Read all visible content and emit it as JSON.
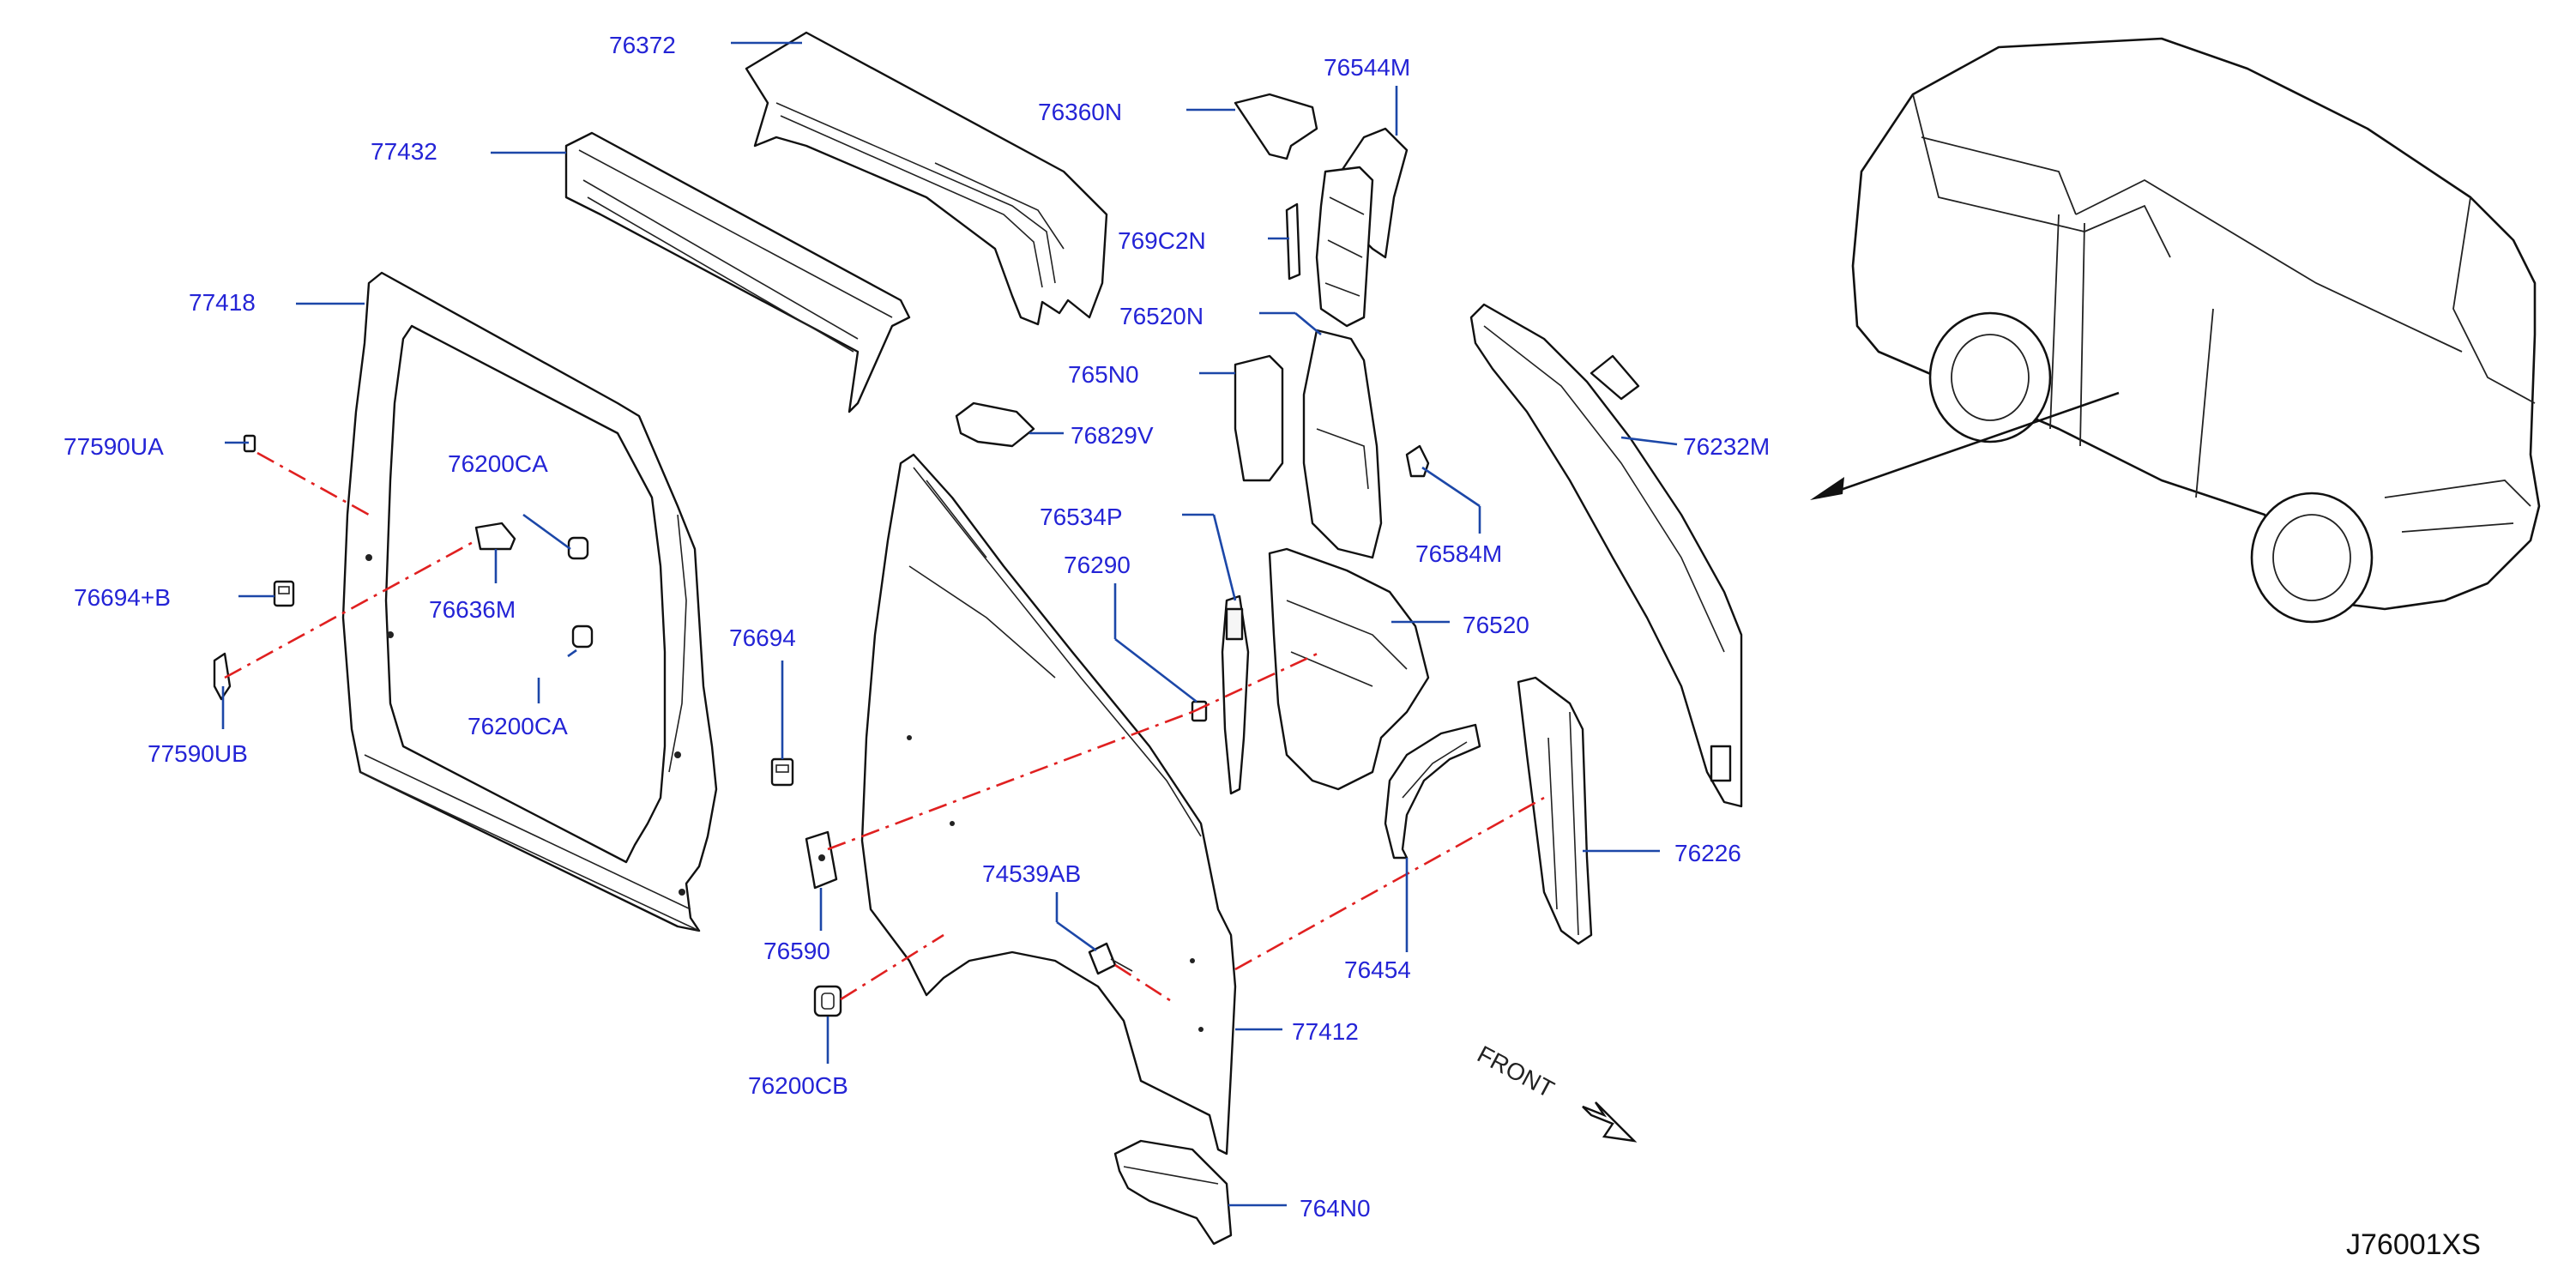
{
  "diagram": {
    "code": "J76001XS",
    "front_label": "FRONT",
    "callouts": [
      {
        "id": "76372",
        "text": "76372"
      },
      {
        "id": "77432",
        "text": "77432"
      },
      {
        "id": "77418",
        "text": "77418"
      },
      {
        "id": "77590UA",
        "text": "77590UA"
      },
      {
        "id": "76694+B",
        "text": "76694+B"
      },
      {
        "id": "77590UB",
        "text": "77590UB"
      },
      {
        "id": "76200CA-top",
        "text": "76200CA"
      },
      {
        "id": "76636M",
        "text": "76636M"
      },
      {
        "id": "76200CA-bottom",
        "text": "76200CA"
      },
      {
        "id": "76694",
        "text": "76694"
      },
      {
        "id": "76590",
        "text": "76590"
      },
      {
        "id": "76200CB",
        "text": "76200CB"
      },
      {
        "id": "76360N",
        "text": "76360N"
      },
      {
        "id": "76544M",
        "text": "76544M"
      },
      {
        "id": "769C2N",
        "text": "769C2N"
      },
      {
        "id": "76520N",
        "text": "76520N"
      },
      {
        "id": "765N0",
        "text": "765N0"
      },
      {
        "id": "76829V",
        "text": "76829V"
      },
      {
        "id": "76584M",
        "text": "76584M"
      },
      {
        "id": "76534P",
        "text": "76534P"
      },
      {
        "id": "76290",
        "text": "76290"
      },
      {
        "id": "76520",
        "text": "76520"
      },
      {
        "id": "76232M",
        "text": "76232M"
      },
      {
        "id": "74539AB",
        "text": "74539AB"
      },
      {
        "id": "76454",
        "text": "76454"
      },
      {
        "id": "76226",
        "text": "76226"
      },
      {
        "id": "77412",
        "text": "77412"
      },
      {
        "id": "764N0",
        "text": "764N0"
      }
    ]
  },
  "colors": {
    "callout_text": "#2424d6",
    "leader_line": "#1c47a8",
    "assembly_line": "#e02020",
    "part_outline": "#111111"
  }
}
